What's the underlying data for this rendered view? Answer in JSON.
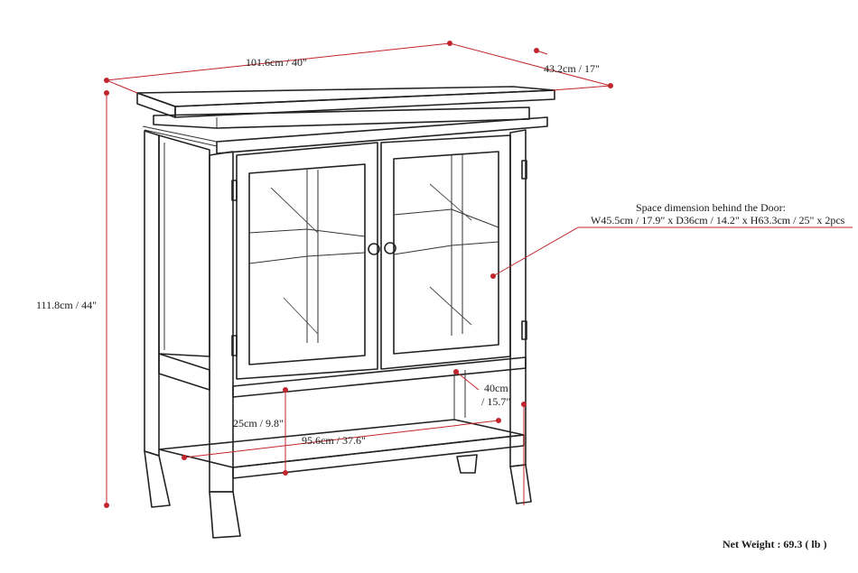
{
  "colors": {
    "dimension_line": "#c0262c",
    "outline": "#222222",
    "background": "#ffffff"
  },
  "dimensions": {
    "width": "101.6cm / 40\"",
    "depth": "43.2cm / 17\"",
    "height": "111.8cm / 44\"",
    "inner_shelf_height_1": "40cm",
    "inner_shelf_height_2": "/ 15.7\"",
    "shelf_clearance": "25cm / 9.8\"",
    "shelf_width": "95.6cm / 37.6\""
  },
  "door_space": {
    "title": "Space dimension behind the Door:",
    "detail": "W45.5cm / 17.9\" x D36cm / 14.2\" x H63.3cm / 25\" x 2pcs"
  },
  "net_weight": "Net Weight : 69.3 ( lb )"
}
